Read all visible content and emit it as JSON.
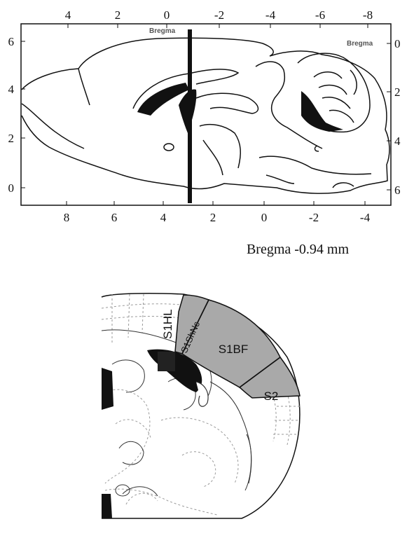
{
  "sagittal": {
    "top_ticks": [
      "4",
      "2",
      "0",
      "-2",
      "-4",
      "-6",
      "-8"
    ],
    "bottom_ticks": [
      "8",
      "6",
      "4",
      "2",
      "0",
      "-2",
      "-4"
    ],
    "left_ticks": [
      "6",
      "4",
      "2",
      "0"
    ],
    "right_ticks": [
      "0",
      "2",
      "4",
      "6"
    ],
    "bregma_label_top": "Bregma",
    "bregma_label_right": "Bregma"
  },
  "caption": "Bregma -0.94 mm",
  "coronal": {
    "regions": [
      "S1HL",
      "S1ShNc",
      "S1BF",
      "S2"
    ]
  },
  "colors": {
    "region_fill": "#a9a9a9",
    "line": "#111111",
    "dashed": "#9a9a9a"
  }
}
